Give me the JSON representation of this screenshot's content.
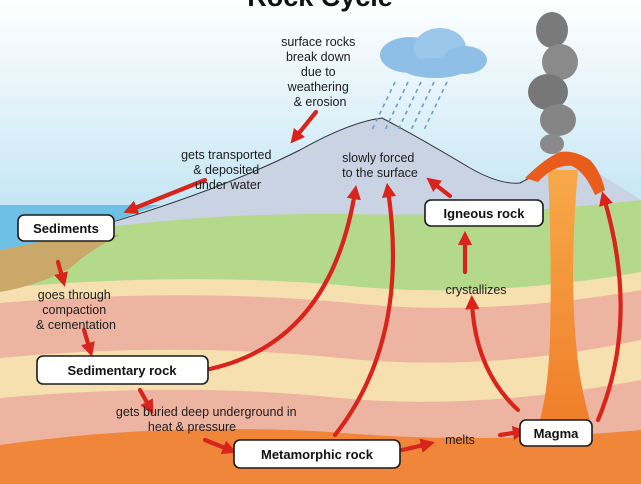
{
  "title": "Rock Cycle",
  "nodes": {
    "sediments": "Sediments",
    "sedimentary_rock": "Sedimentary rock",
    "metamorphic_rock": "Metamorphic rock",
    "magma": "Magma",
    "igneous_rock": "Igneous rock"
  },
  "processes": {
    "weathering": [
      "surface rocks",
      "break down",
      "due to",
      "weathering",
      "& erosion"
    ],
    "transport": [
      "gets transported",
      "& deposited",
      "under water"
    ],
    "compaction": [
      "goes through",
      "compaction",
      "& cementation"
    ],
    "burial": [
      "gets buried deep underground in",
      "heat & pressure"
    ],
    "melts": "melts",
    "crystallizes": "crystallizes",
    "uplift": [
      "slowly forced",
      "to the surface"
    ]
  },
  "colors": {
    "sky": "#bfe3f3",
    "water": "#6ec1e4",
    "mountain": "#c9d3e3",
    "green_layer": "#b4d98a",
    "pink_layer": "#eeb4a2",
    "cream_layer": "#f7e0b0",
    "magma": "#f29a3a",
    "arrow": "#d9241c"
  }
}
